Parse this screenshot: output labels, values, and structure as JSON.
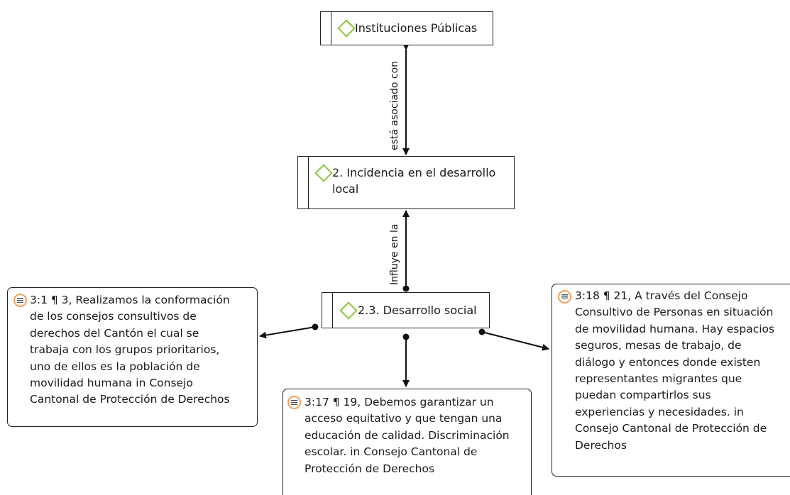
{
  "codes": {
    "instituciones": "Instituciones Públicas",
    "incidencia": "2. Incidencia en el desarrollo\nlocal",
    "desarrollo_social": "2.3. Desarrollo social"
  },
  "relations": {
    "asociado": "está asociado con",
    "influye": "Influye en la"
  },
  "quotes": {
    "q3_1": "3:1 ¶ 3, Realizamos la conformación\nde los consejos consultivos de\nderechos del Cantón el cual se\ntrabaja con los grupos prioritarios,\nuno de ellos es la población de\nmovilidad humana in Consejo\nCantonal de Protección de Derechos",
    "q3_17": "3:17 ¶ 19, Debemos garantizar un\nacceso equitativo y que tengan una\neducación de calidad. Discriminación\nescolar. in Consejo Cantonal de\nProtección de Derechos",
    "q3_18": "3:18 ¶ 21, A través del Consejo\nConsultivo de Personas en situación\nde movilidad humana. Hay espacios\nseguros, mesas de trabajo, de\ndiálogo y entonces donde existen\nrepresentantes migrantes que\npuedan compartirlos sus\nexperiencias y necesidades. in\nConsejo Cantonal de Protección de\nDerechos"
  },
  "colors": {
    "code_icon": "#8cc63f",
    "quote_icon": "#f0a05a",
    "border": "#222222"
  },
  "icons": {
    "code": "diamond-code-icon",
    "quote": "quotation-icon"
  }
}
